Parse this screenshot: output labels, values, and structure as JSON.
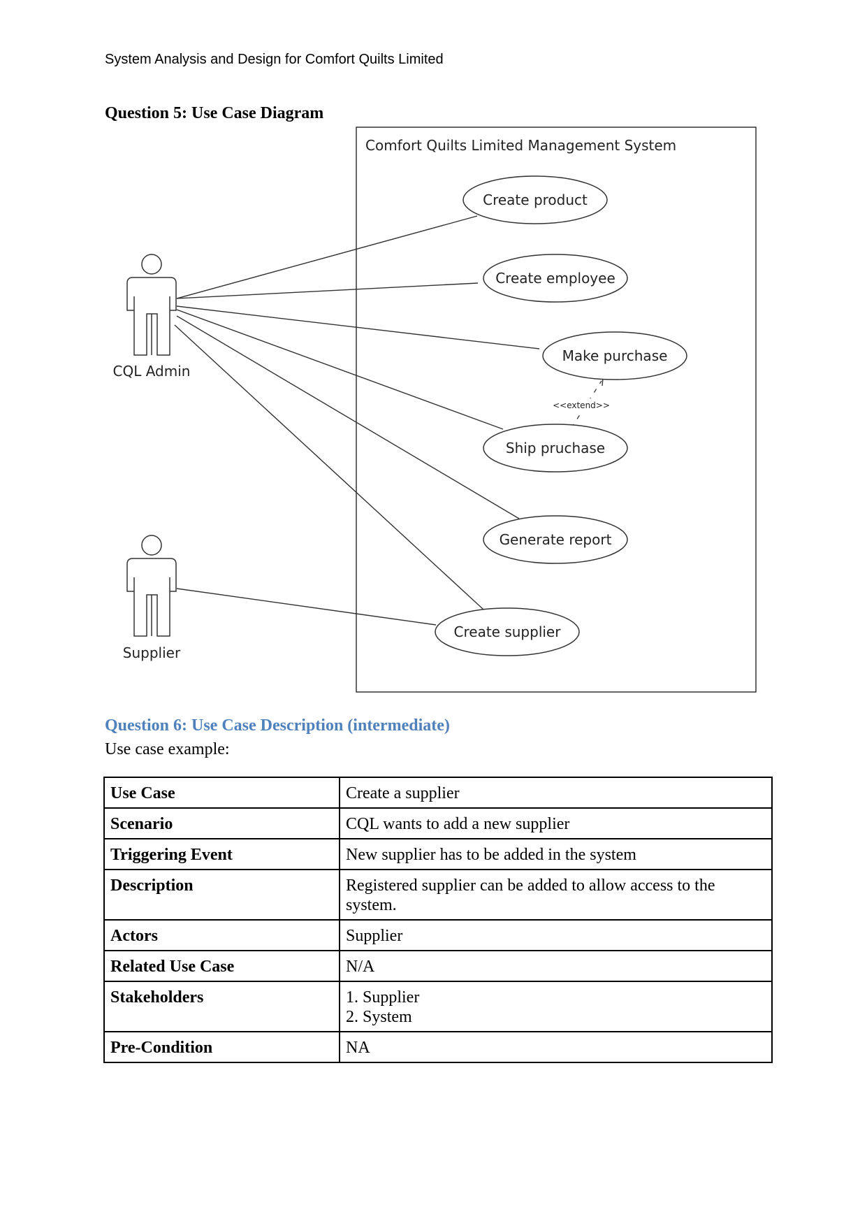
{
  "header": {
    "text": "System Analysis and Design for Comfort Quilts Limited"
  },
  "question5": {
    "heading": "Question 5: Use Case Diagram"
  },
  "diagram": {
    "system_title": "Comfort Quilts Limited Management System",
    "actors": [
      "CQL Admin",
      "Supplier"
    ],
    "use_cases": [
      "Create product",
      "Create employee",
      "Make purchase",
      "Ship pruchase",
      "Generate report",
      "Create supplier"
    ],
    "extend_label": "<<extend>>"
  },
  "question6": {
    "heading": "Question 6: Use Case Description (intermediate)",
    "intro": "Use case example:"
  },
  "table": {
    "rows": [
      {
        "key": "Use Case",
        "value": [
          "Create a supplier"
        ]
      },
      {
        "key": "Scenario",
        "value": [
          "CQL wants to add a new supplier"
        ]
      },
      {
        "key": "Triggering Event",
        "value": [
          "New supplier has to be added in the system"
        ]
      },
      {
        "key": "Description",
        "value": [
          "Registered supplier can be added to allow access to the",
          "system."
        ]
      },
      {
        "key": "Actors",
        "value": [
          "Supplier"
        ]
      },
      {
        "key": "Related Use Case",
        "value": [
          "N/A"
        ]
      },
      {
        "key": "Stakeholders",
        "value": [
          "1. Supplier",
          "2. System"
        ]
      },
      {
        "key": "Pre-Condition",
        "value": [
          "NA"
        ]
      }
    ]
  }
}
